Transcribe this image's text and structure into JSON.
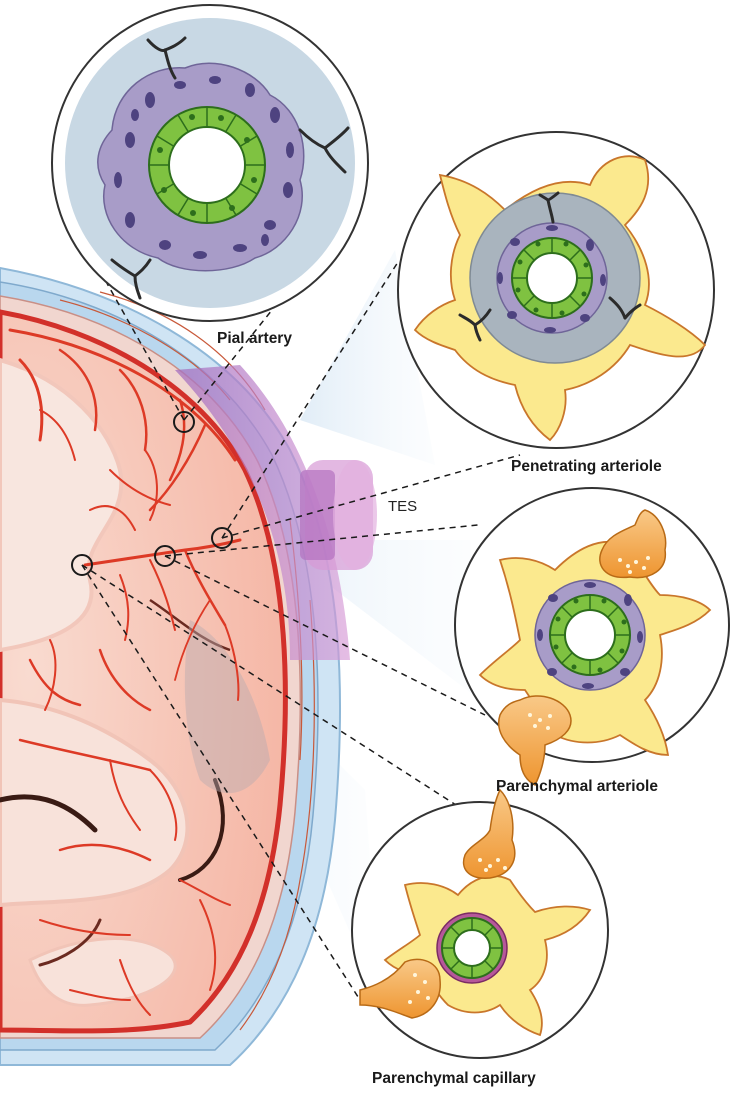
{
  "labels": {
    "pial_artery": "Pial artery",
    "penetrating_arteriole": "Penetrating arteriole",
    "tes": "TES",
    "parenchymal_arteriole": "Parenchymal arteriole",
    "parenchymal_capillary": "Parenchymal capillary"
  },
  "colors": {
    "endothelium": "#7fc241",
    "smooth_muscle": "#a89cc8",
    "astrocyte": "#fbe98e",
    "neuron_terminal": "#f4a640",
    "pericyte": "#b6589a",
    "cortex": "#f7c2b4",
    "vessel": "#dd3a26",
    "meninges": "#bcd9ef",
    "tes_device": "#c07cc0"
  }
}
